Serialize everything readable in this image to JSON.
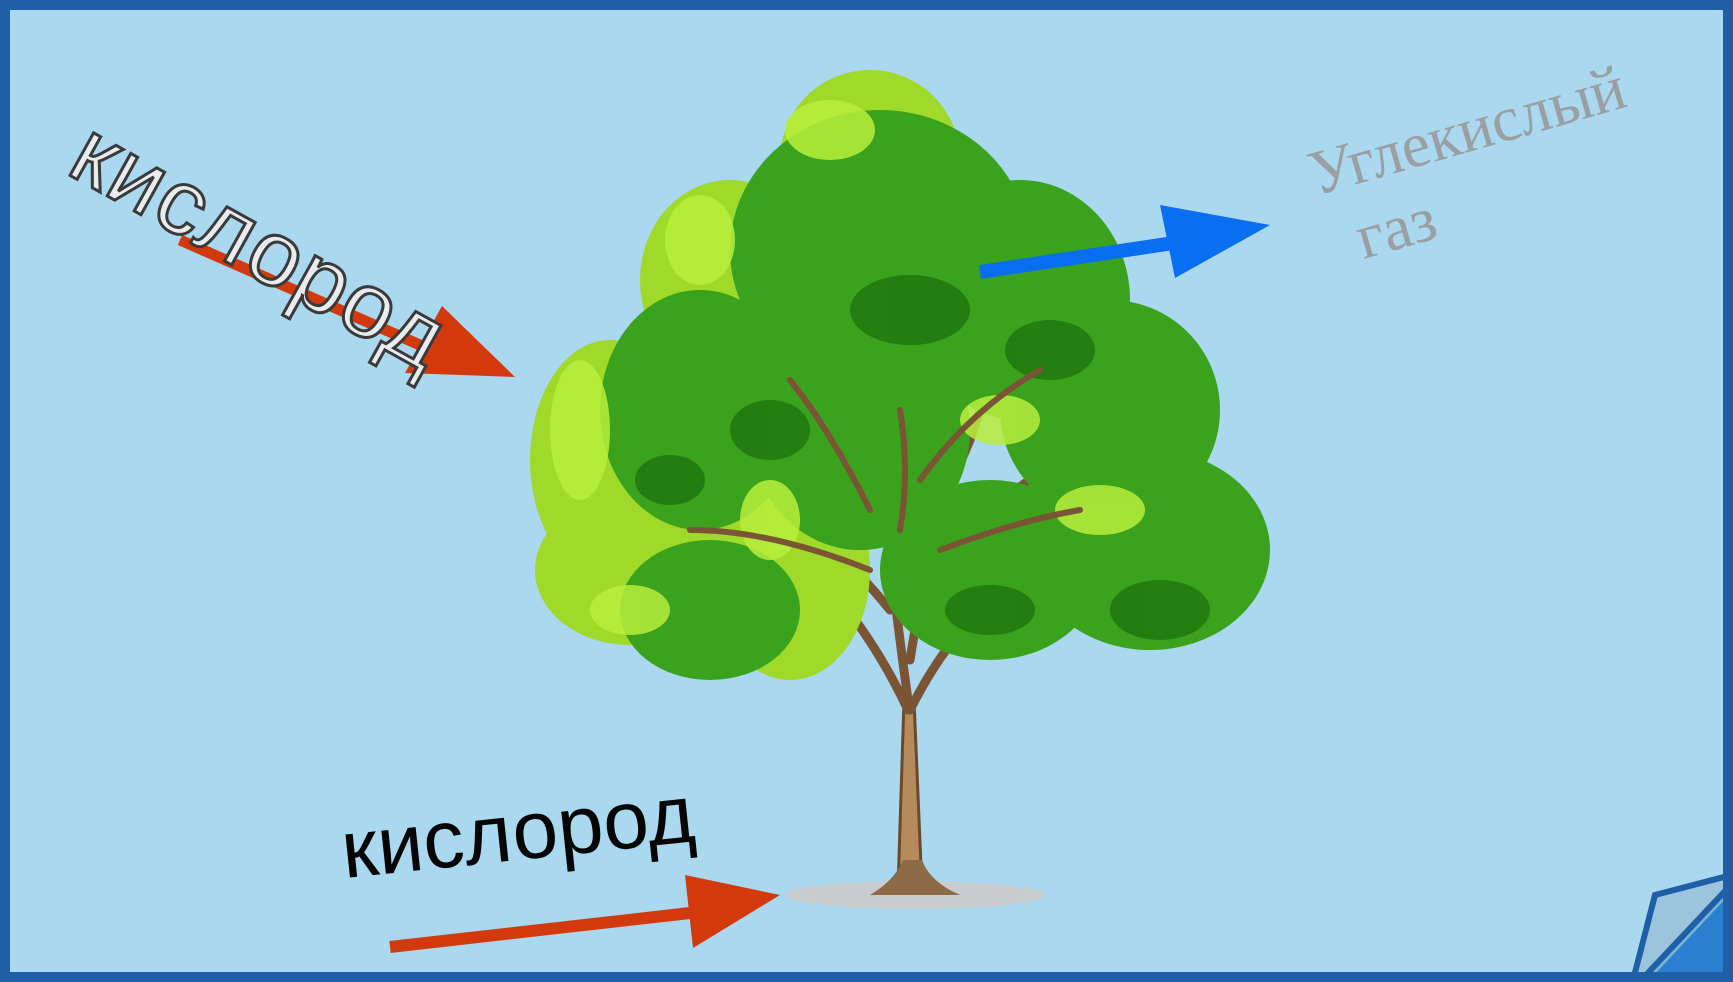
{
  "labels": {
    "oxygen_top": "кислород",
    "oxygen_bottom": "кислород",
    "co2_line1": "Углекислый",
    "co2_line2": "газ"
  },
  "colors": {
    "background": "#a9d8ef",
    "frame": "#1e5fa8",
    "oxygen_arrow": "#d23a0d",
    "co2_arrow": "#0a6ef0"
  },
  "icons": {
    "tree": "tree-illustration",
    "corner": "page-curl-icon"
  }
}
